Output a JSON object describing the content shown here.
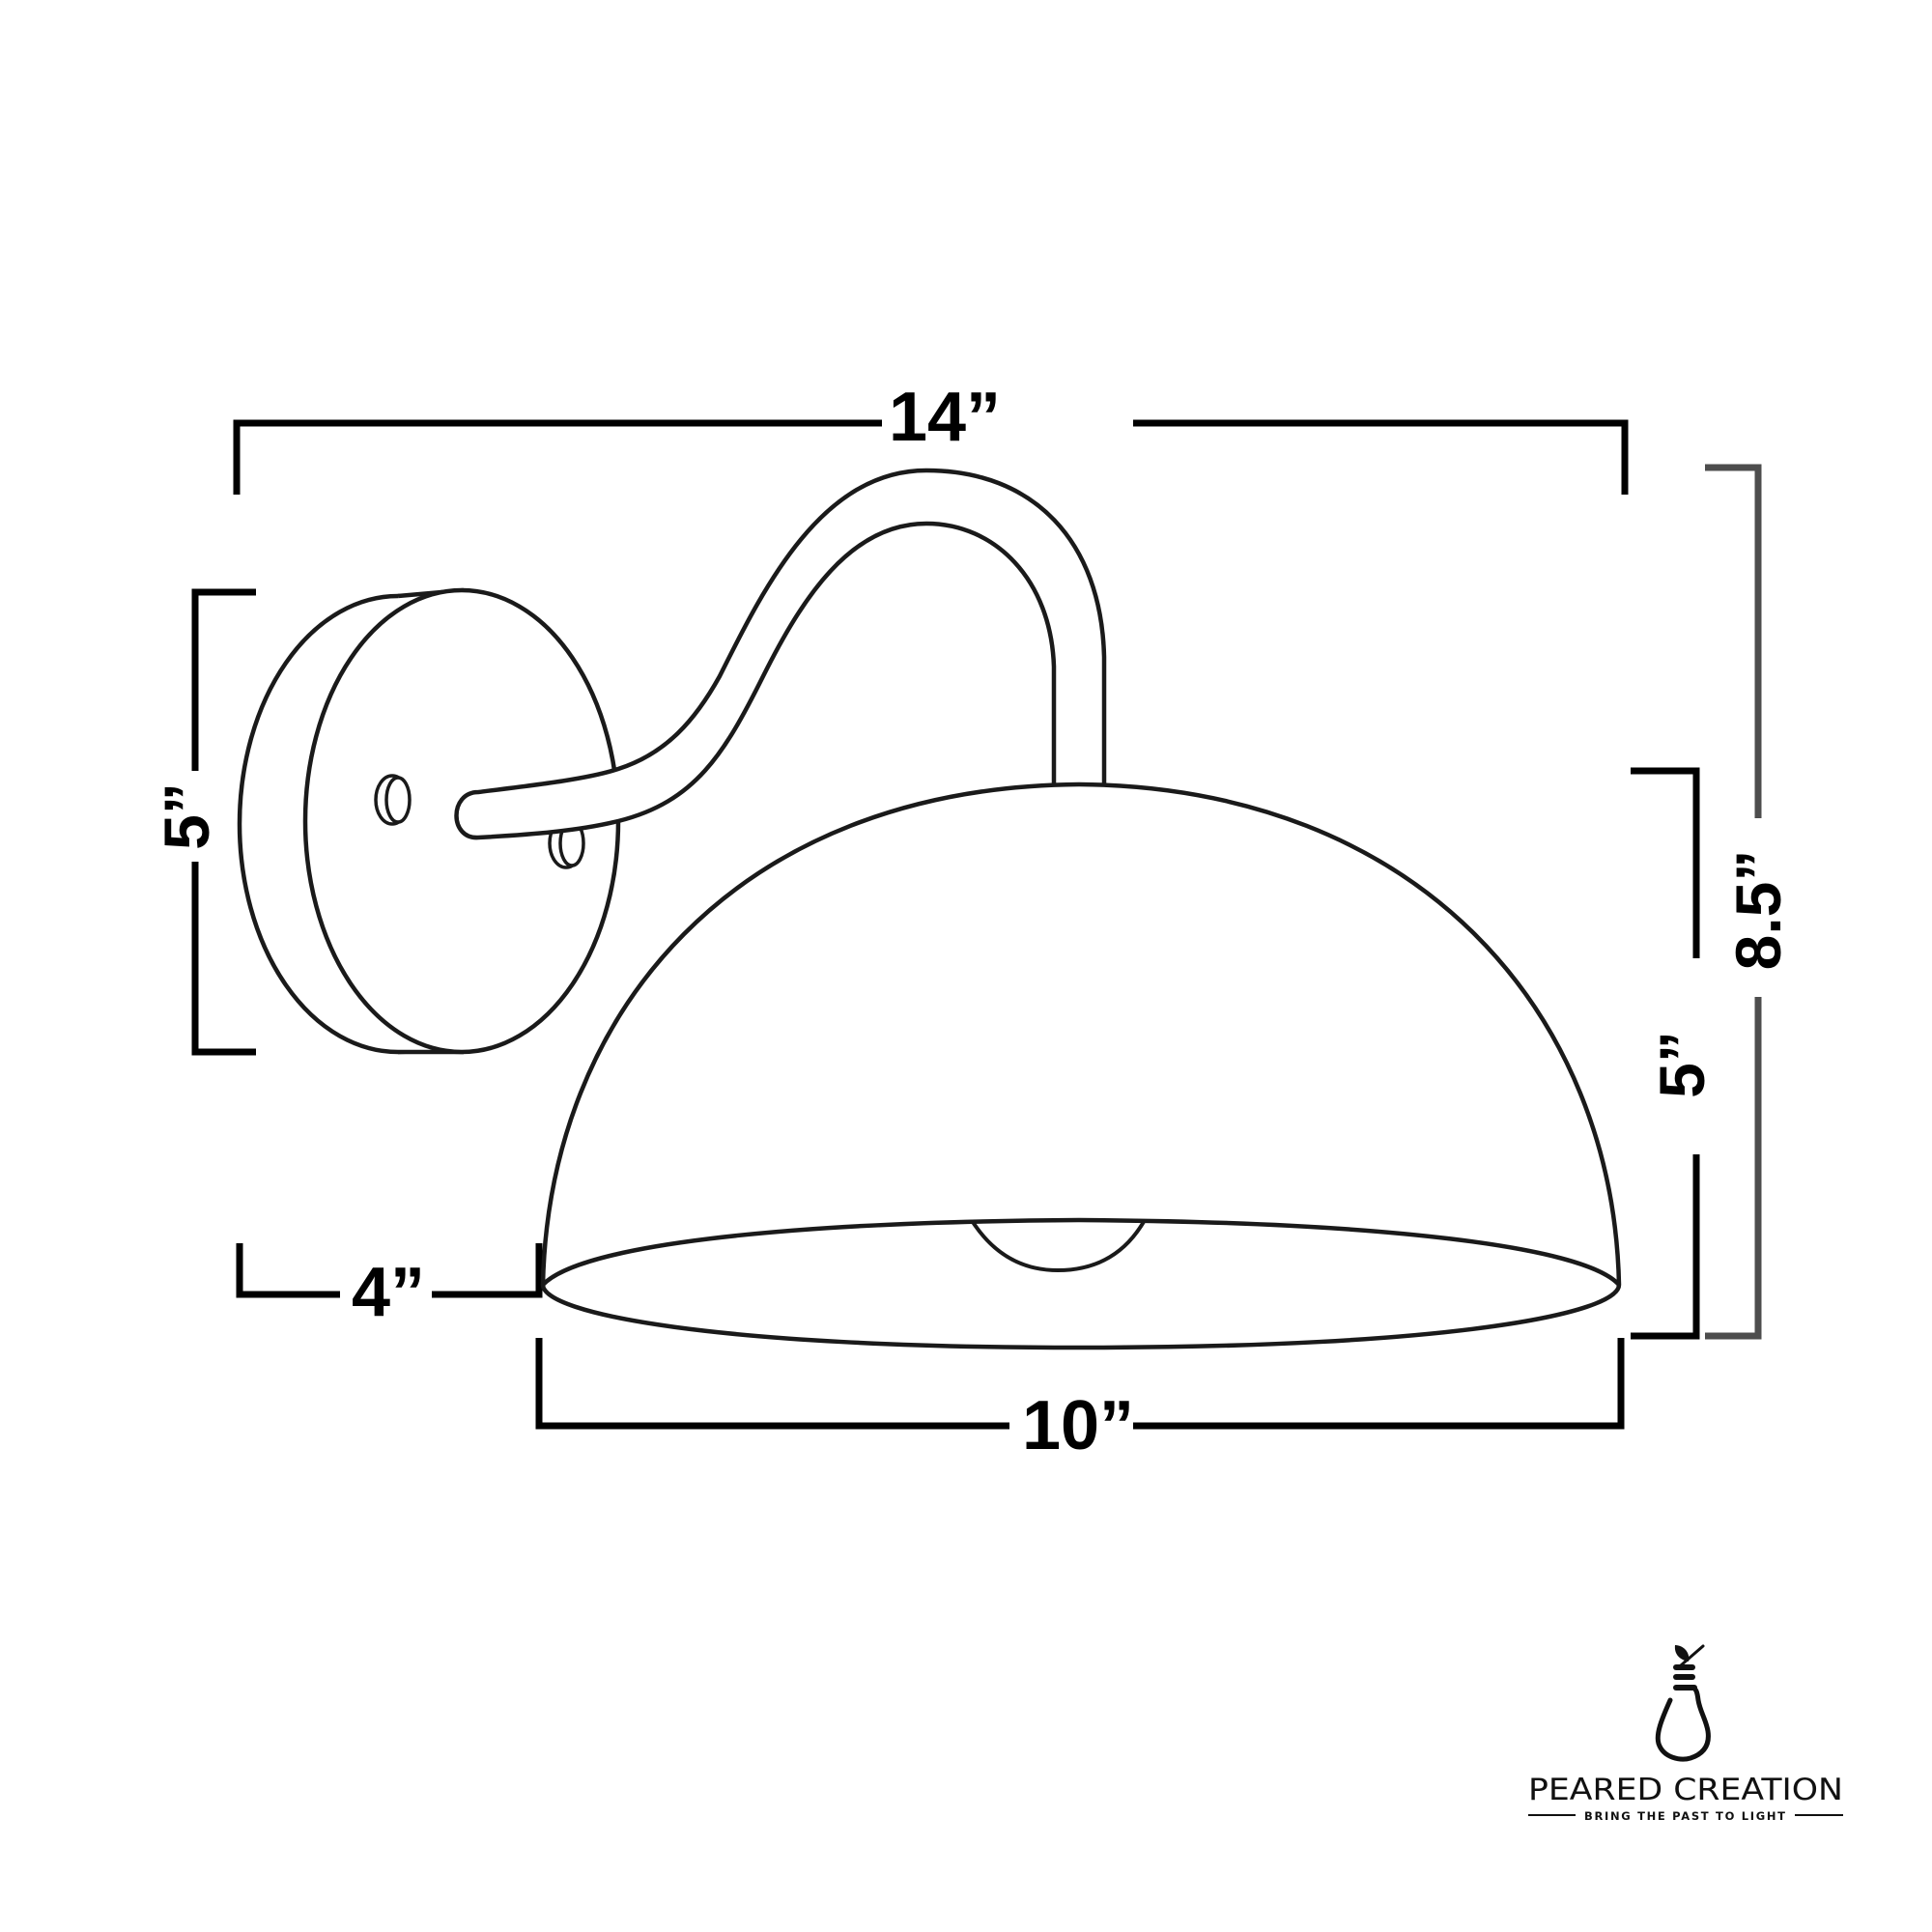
{
  "diagram": {
    "subject": "Wall sconce with dome shade and gooseneck arm",
    "colors": {
      "background": "#ffffff",
      "line": "#000000",
      "outline": "#1a1a1a",
      "overall_height_bracket": "#4d4d4d"
    },
    "dimensions": {
      "overall_width": {
        "label": "14”",
        "value_in": 14
      },
      "backplate_diameter": {
        "label": "5”",
        "value_in": 5
      },
      "backplate_to_shade_offset": {
        "label": "4”",
        "value_in": 4
      },
      "shade_diameter": {
        "label": "10”",
        "value_in": 10
      },
      "shade_height": {
        "label": "5”",
        "value_in": 5
      },
      "overall_height": {
        "label": "8.5”",
        "value_in": 8.5
      }
    },
    "parts": [
      "backplate",
      "mounting-screws",
      "gooseneck-arm",
      "dome-shade",
      "bulb"
    ]
  },
  "brand": {
    "name": "PEARED CREATION",
    "tagline": "BRING THE PAST TO LIGHT",
    "logo_icon": "pear-lightbulb-icon"
  }
}
